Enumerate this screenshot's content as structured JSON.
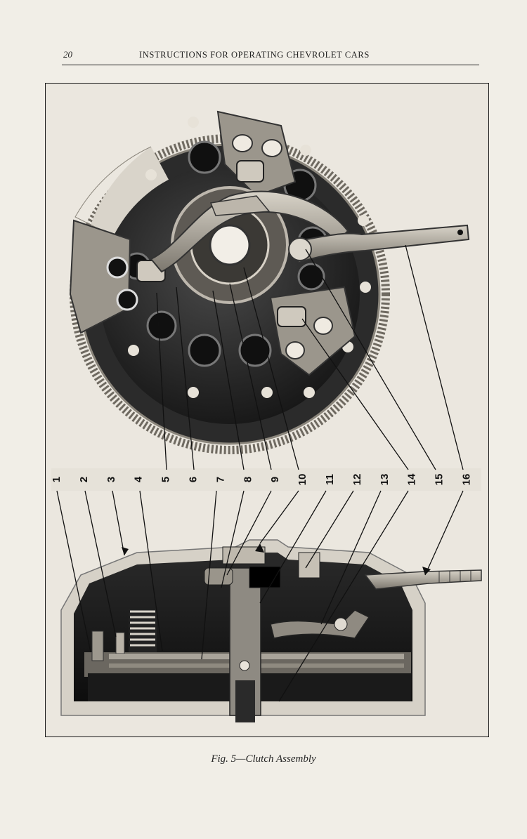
{
  "header": {
    "page_number": "20",
    "running_head": "INSTRUCTIONS FOR OPERATING CHEVROLET CARS"
  },
  "figure": {
    "caption": "Fig. 5—Clutch Assembly",
    "callouts": [
      "1",
      "2",
      "3",
      "4",
      "5",
      "6",
      "7",
      "8",
      "9",
      "10",
      "11",
      "12",
      "13",
      "14",
      "15",
      "16"
    ]
  }
}
